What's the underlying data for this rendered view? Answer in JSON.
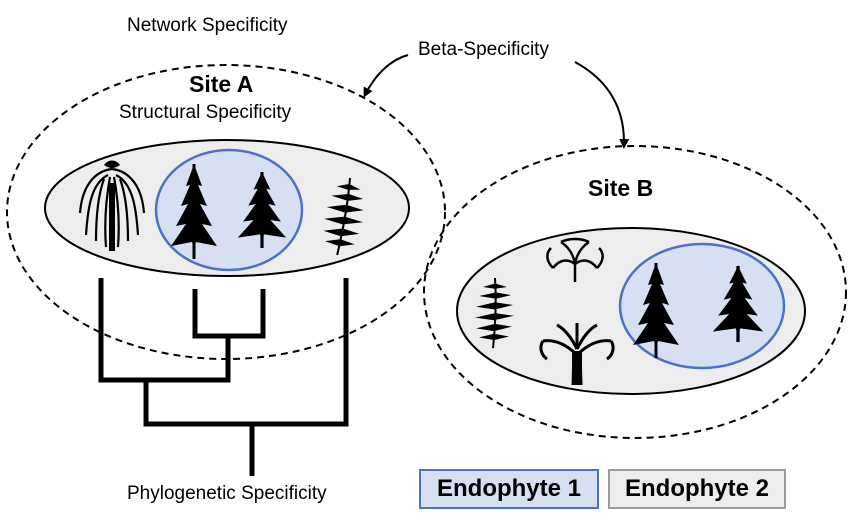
{
  "labels": {
    "network_specificity": "Network Specificity",
    "beta_specificity": "Beta-Specificity",
    "structural_specificity": "Structural Specificity",
    "phylogenetic_specificity": "Phylogenetic Specificity"
  },
  "sites": {
    "a": {
      "title": "Site A"
    },
    "b": {
      "title": "Site B"
    }
  },
  "legend": {
    "endophyte_1": "Endophyte 1",
    "endophyte_2": "Endophyte 2"
  },
  "colors": {
    "endophyte_1_fill": "#d7e0f3",
    "endophyte_1_border": "#4a72c8",
    "endophyte_2_fill": "#ededed",
    "endophyte_2_border": "#9c9c9c"
  },
  "icons": {
    "site_a": [
      "weeping-willow-icon",
      "conifer-icon",
      "conifer-icon",
      "fern-icon"
    ],
    "site_b": [
      "fern-icon",
      "bonsai-icon",
      "oak-tree-icon",
      "conifer-icon",
      "conifer-icon"
    ]
  }
}
